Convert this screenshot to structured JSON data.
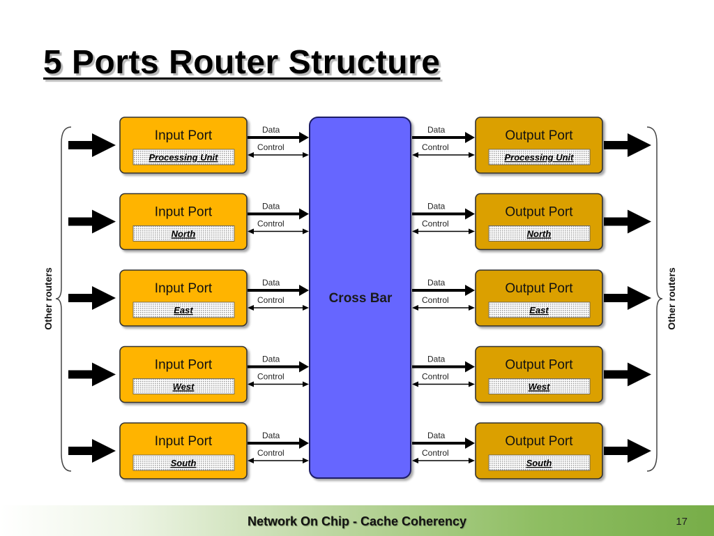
{
  "slide": {
    "title": "5 Ports Router Structure",
    "footer": "Network On Chip - Cache Coherency",
    "page_number": "17"
  },
  "diagram": {
    "side_label_left": "Other routers",
    "side_label_right": "Other routers",
    "crossbar_label": "Cross Bar",
    "data_label": "Data",
    "control_label": "Control",
    "input_title": "Input Port",
    "output_title": "Output Port",
    "ports": [
      {
        "name": "Processing Unit"
      },
      {
        "name": "North"
      },
      {
        "name": "East"
      },
      {
        "name": "West"
      },
      {
        "name": "South"
      }
    ],
    "colors": {
      "input_fill": "#ffb400",
      "output_fill": "#dba000",
      "crossbar_fill": "#6666ff",
      "arrow": "#000000"
    }
  }
}
